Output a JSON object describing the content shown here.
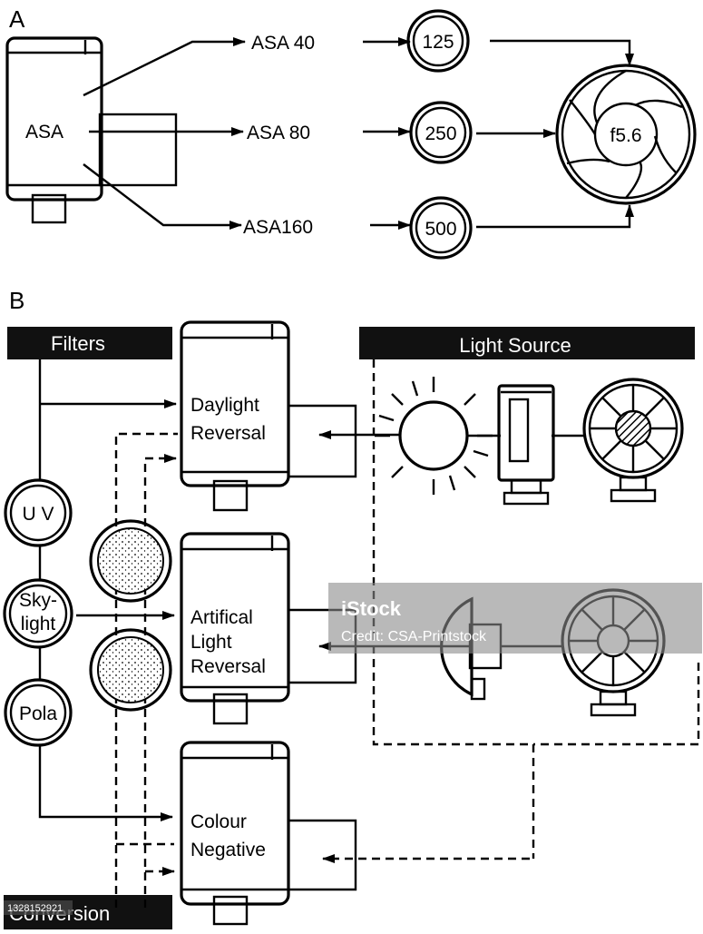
{
  "section_a": {
    "label": "A",
    "canister_label": "ASA",
    "speeds": [
      "ASA 40",
      "ASA 80",
      "ASA160"
    ],
    "shutters": [
      "125",
      "250",
      "500"
    ],
    "aperture": "f5.6"
  },
  "section_b": {
    "label": "B",
    "filters_title": "Filters",
    "light_source_title": "Light Source",
    "conversion_title": "Conversion",
    "filters": [
      "U V",
      "Sky-",
      "light",
      "Pola"
    ],
    "films": {
      "daylight": [
        "Daylight",
        "Reversal"
      ],
      "artificial": [
        "Artifical",
        "Light",
        "Reversal"
      ],
      "negative": [
        "Colour",
        "Negative"
      ]
    }
  },
  "watermark": {
    "brand": "iStock",
    "credit": "Credit: CSA-Printstock",
    "stock_id": "1328152921"
  }
}
